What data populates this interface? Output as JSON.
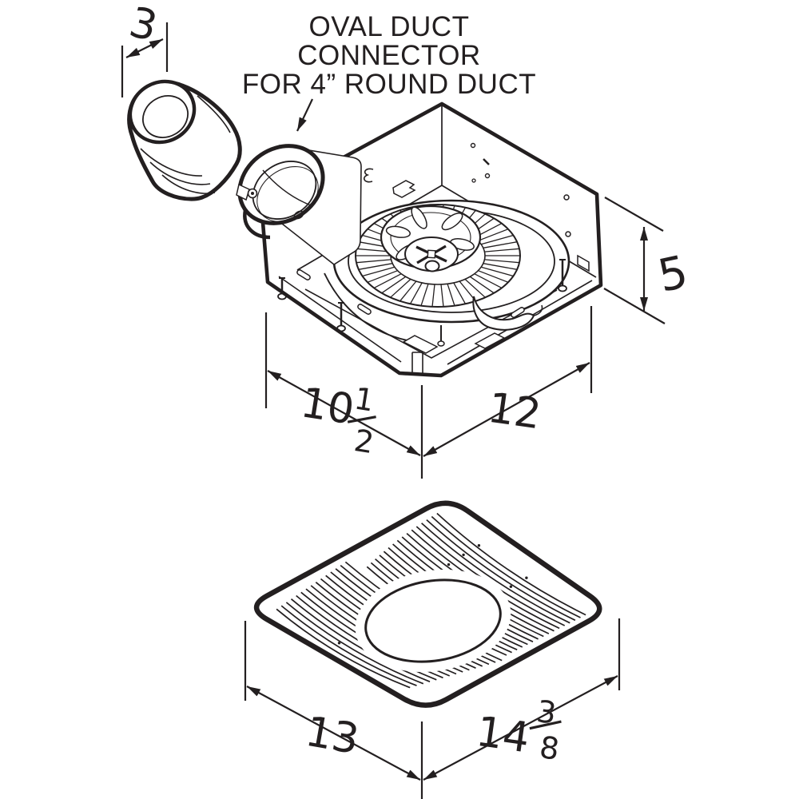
{
  "page": {
    "background": "#ffffff",
    "line_color": "#231f20"
  },
  "annotation": {
    "title_line1": "OVAL DUCT",
    "title_line2": "CONNECTOR",
    "title_line3": "FOR 4” ROUND DUCT"
  },
  "dimensions": {
    "duct_connector_depth": "3",
    "housing_height": "5",
    "housing_width_whole": "10",
    "housing_width_num": "1",
    "housing_width_den": "2",
    "housing_length": "12",
    "grille_width": "13",
    "grille_length_whole": "14",
    "grille_length_num": "3",
    "grille_length_den": "8"
  }
}
